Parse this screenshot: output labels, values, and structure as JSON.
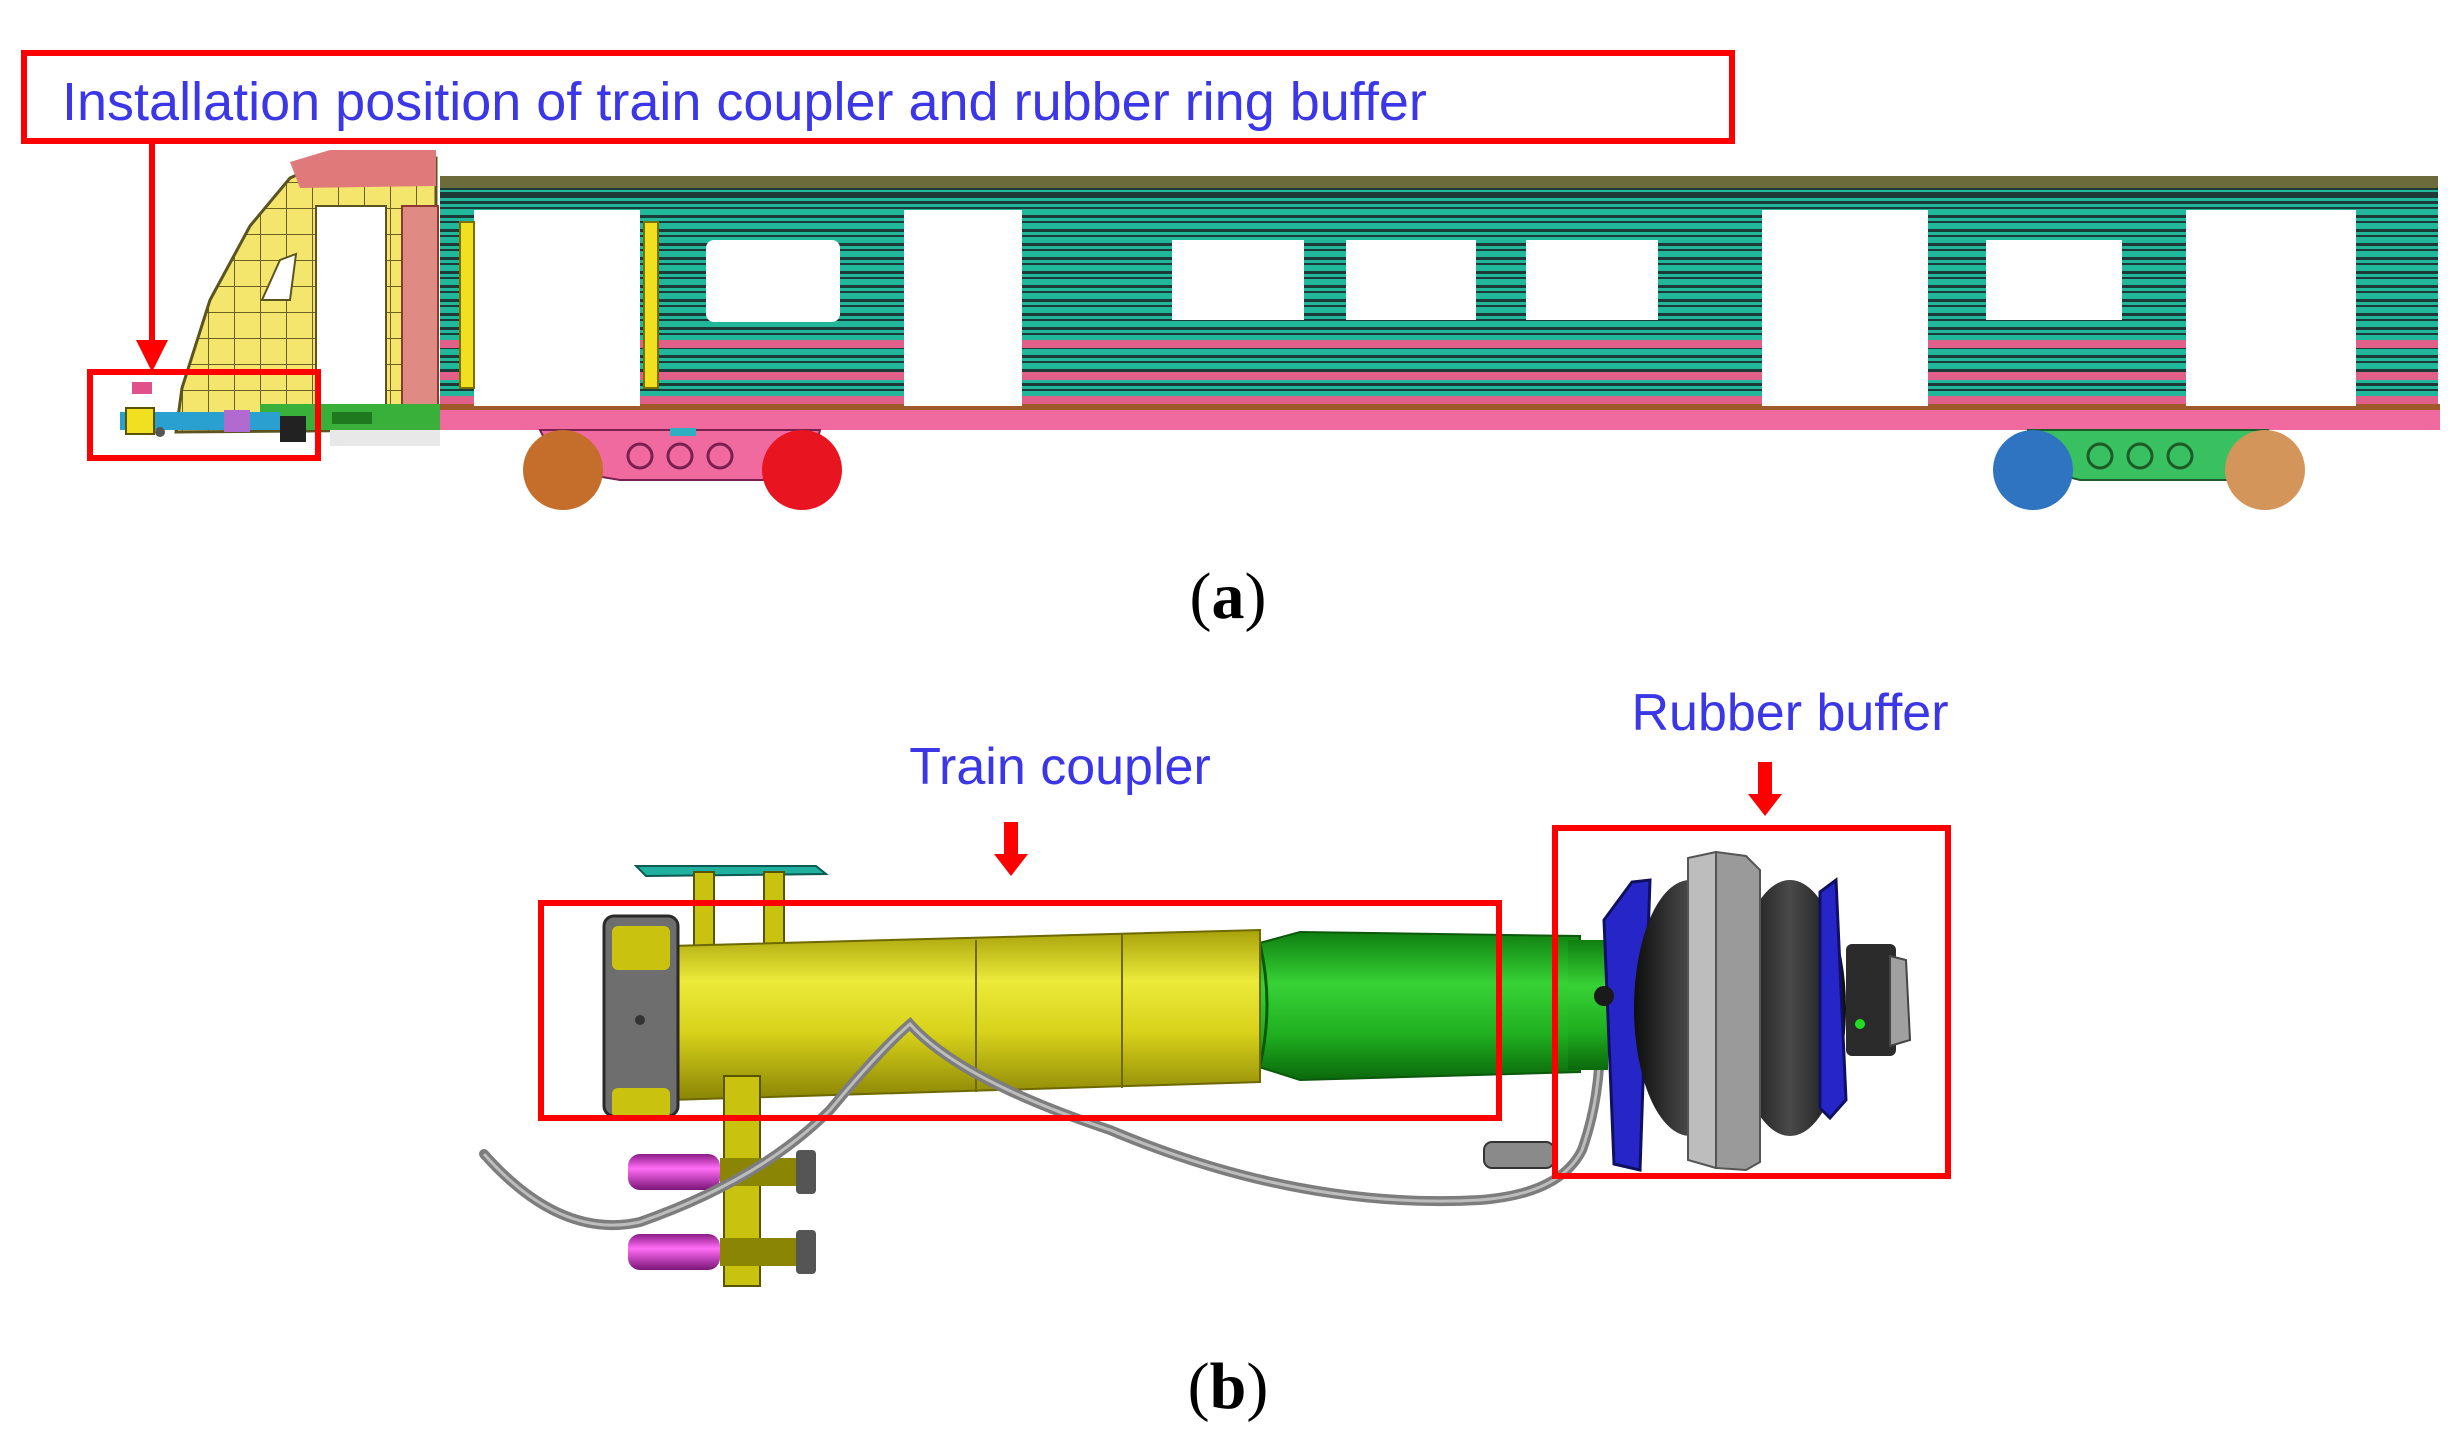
{
  "panel_a": {
    "callout": "Installation position of train coupler and rubber ring buffer",
    "label_open": "(",
    "label_letter": "a",
    "label_close": ")"
  },
  "panel_b": {
    "coupler_label": "Train coupler",
    "buffer_label": "Rubber buffer",
    "label_open": "(",
    "label_letter": "b",
    "label_close": ")"
  },
  "colors": {
    "callout_box": "#ff0000",
    "label_text": "#3b36e6",
    "stripe_teal": "#1fb79a",
    "stripe_dark": "#1f3a3a",
    "stripe_pink": "#e0608a",
    "cab_yellow": "#f3e36a",
    "coupler_yellow": "#d9d118",
    "coupler_green": "#1fae1f",
    "buffer_blue": "#2626c8",
    "bolt_magenta": "#d63bd0"
  },
  "icons": {
    "arrow": "red-down-arrow",
    "wheel": "circle"
  }
}
